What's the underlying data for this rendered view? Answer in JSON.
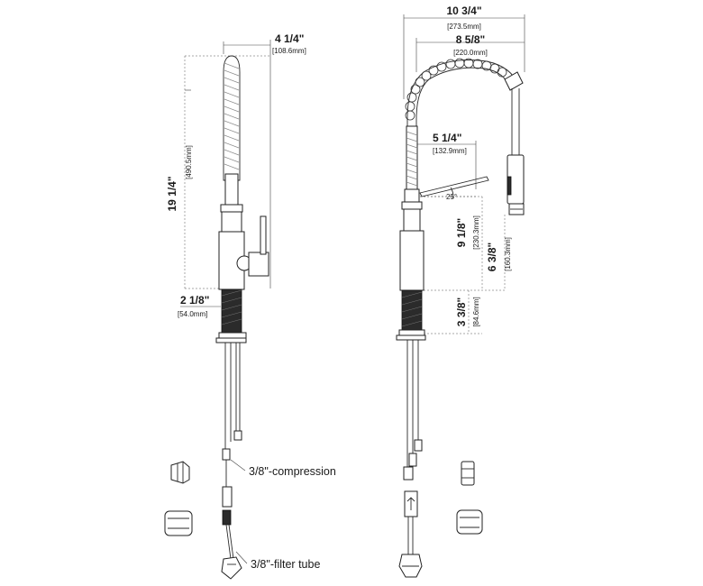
{
  "front_view": {
    "width_top": {
      "imperial": "4 1/4\"",
      "metric": "[108.6mm]"
    },
    "height_total": {
      "imperial": "19 1/4\"",
      "metric": "[490.5mm]"
    },
    "base_width": {
      "imperial": "2 1/8\"",
      "metric": "[54.0mm]"
    },
    "callout_compression": "3/8\"-compression",
    "callout_filter": "3/8\"-filter tube"
  },
  "side_view": {
    "overall_width": {
      "imperial": "10 3/4\"",
      "metric": "[273.5mm]"
    },
    "spout_reach": {
      "imperial": "8 5/8\"",
      "metric": "[220.0mm]"
    },
    "handle_reach": {
      "imperial": "5 1/4\"",
      "metric": "[132.9mm]"
    },
    "handle_angle": "25°",
    "height_spout": {
      "imperial": "9 1/8\"",
      "metric": "[230.3mm]"
    },
    "height_outlet": {
      "imperial": "6 3/8\"",
      "metric": "[160.3mm]"
    },
    "base_height": {
      "imperial": "3 3/8\"",
      "metric": "[84.6mm]"
    }
  }
}
